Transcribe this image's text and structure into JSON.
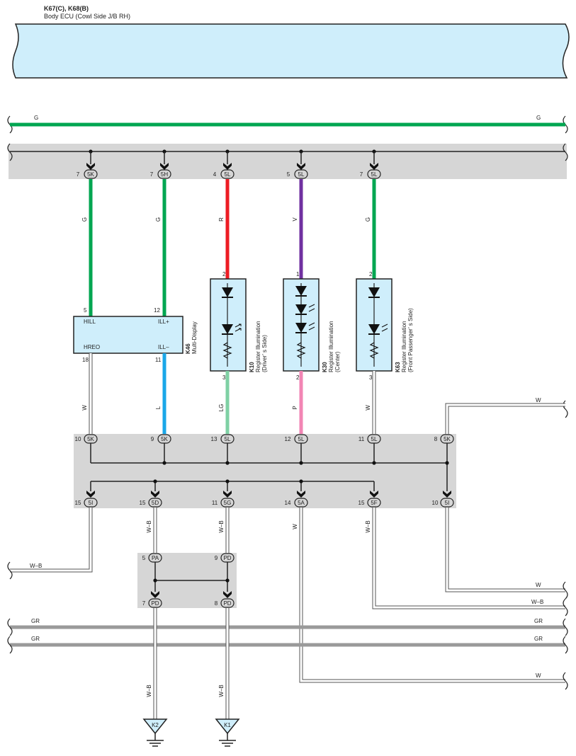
{
  "header": {
    "code": "K67(C), K68(B)",
    "name": "Body ECU (Cowl Side J/B RH)"
  },
  "colors": {
    "G": "#00a651",
    "R": "#ed1c24",
    "V": "#7030a0",
    "L": "#1aa7e8",
    "LG": "#7fd1a4",
    "P": "#f285b4",
    "W": "#ffffff",
    "WB": "#ffffff",
    "GR": "#9a9a9a",
    "ecu_fill": "#cfeefb",
    "jb_fill": "#d6d6d6",
    "comp_fill": "#cfeefb"
  },
  "buses": {
    "top_g_left": "G",
    "top_g_right": "G",
    "gr1_left": "GR",
    "gr1_right": "GR",
    "gr2_left": "GR",
    "gr2_right": "GR"
  },
  "upper_connectors": [
    {
      "pin": "7",
      "conn": "5K",
      "wire": "G"
    },
    {
      "pin": "7",
      "conn": "5H",
      "wire": "G"
    },
    {
      "pin": "4",
      "conn": "5L",
      "wire": "R"
    },
    {
      "pin": "5",
      "conn": "5L",
      "wire": "V"
    },
    {
      "pin": "7",
      "conn": "5L",
      "wire": "G"
    }
  ],
  "multi_display": {
    "code": "K46",
    "name": "Multi-Display",
    "hill": "HILL",
    "illp": "ILL+",
    "hreo": "HREO",
    "illm": "ILL–",
    "pin_hill": "5",
    "pin_illp": "12",
    "pin_hreo": "18",
    "pin_illm": "11",
    "wire_hreo": "W",
    "wire_illm": "L"
  },
  "registers": [
    {
      "code": "K10",
      "name1": "Register Illumination",
      "name2": "(Driver’ s Side)",
      "pin_top": "2",
      "pin_bot": "3",
      "wire_bot": "LG"
    },
    {
      "code": "K30",
      "name1": "Register Illumination",
      "name2": "(Center)",
      "pin_top": "1",
      "pin_bot": "2",
      "wire_bot": "P"
    },
    {
      "code": "K63",
      "name1": "Register Illumination",
      "name2": "(Front Passenger’ s Side)",
      "pin_top": "2",
      "pin_bot": "3",
      "wire_bot": "W"
    }
  ],
  "mid_top_connectors": [
    {
      "pin": "10",
      "conn": "5K"
    },
    {
      "pin": "9",
      "conn": "5K"
    },
    {
      "pin": "13",
      "conn": "5L"
    },
    {
      "pin": "12",
      "conn": "5L"
    },
    {
      "pin": "11",
      "conn": "5L"
    },
    {
      "pin": "8",
      "conn": "5K"
    }
  ],
  "mid_bottom_connectors": [
    {
      "pin": "15",
      "conn": "5I"
    },
    {
      "pin": "15",
      "conn": "5D"
    },
    {
      "pin": "11",
      "conn": "5G"
    },
    {
      "pin": "14",
      "conn": "5A"
    },
    {
      "pin": "15",
      "conn": "5F"
    },
    {
      "pin": "10",
      "conn": "5I"
    }
  ],
  "mid_wires": {
    "w1": "W",
    "w2": "W–B",
    "w3": "W–B",
    "w4": "W",
    "w5": "W–B",
    "left_out": "W–B",
    "right_top": "W",
    "right_w": "W",
    "right_wb": "W–B",
    "right_bottom": "W"
  },
  "small_jb": {
    "top_left": {
      "pin": "5",
      "conn": "PA"
    },
    "top_right": {
      "pin": "9",
      "conn": "PD"
    },
    "bot_left": {
      "pin": "7",
      "conn": "PD"
    },
    "bot_right": {
      "pin": "8",
      "conn": "PD"
    }
  },
  "grounds": [
    {
      "code": "K2",
      "wire": "W–B"
    },
    {
      "code": "K1",
      "wire": "W–B"
    }
  ]
}
